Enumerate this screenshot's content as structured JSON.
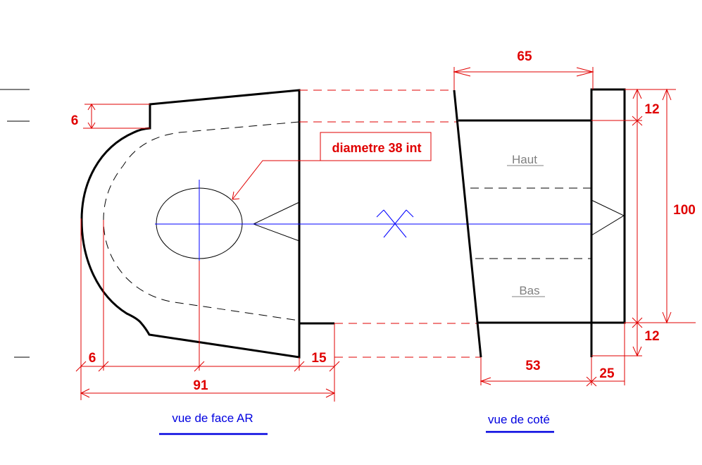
{
  "views": {
    "front_label": "vue de face AR",
    "side_label": "vue de coté"
  },
  "callout": "diametre 38 int",
  "side_labels": {
    "top": "Haut",
    "bottom": "Bas"
  },
  "dimensions": {
    "front_step": "6",
    "front_offset": "6",
    "front_width": "91",
    "front_flange": "15",
    "side_top_width": "65",
    "side_top_lip": "12",
    "side_height": "100",
    "side_bottom_lip": "12",
    "side_bottom_width": "53",
    "side_flange": "25"
  },
  "colors": {
    "dimension": "#e00000",
    "axis": "#0000ff",
    "label": "#0000e0",
    "outline": "#000000"
  }
}
